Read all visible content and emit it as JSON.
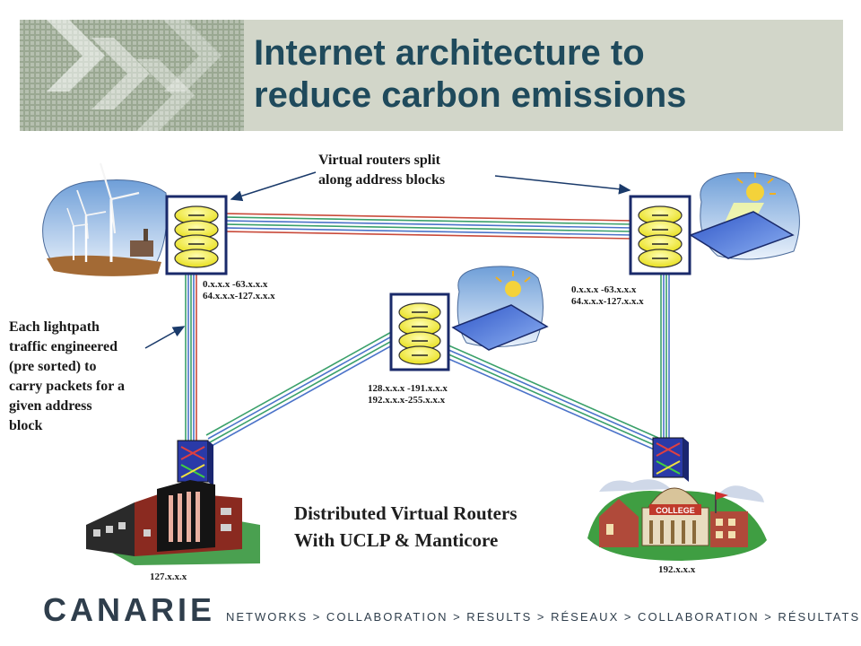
{
  "title": "Internet architecture to\nreduce carbon emissions",
  "callouts": {
    "virtual_routers": "Virtual routers split\nalong address blocks",
    "lightpath": "Each lightpath\ntraffic engineered\n(pre sorted) to\ncarry packets for a\ngiven address\nblock"
  },
  "routers": [
    {
      "name": "router-wind",
      "blocks": "0.x.x.x -63.x.x.x\n64.x.x.x-127.x.x.x"
    },
    {
      "name": "router-solar-right",
      "blocks": "0.x.x.x -63.x.x.x\n64.x.x.x-127.x.x.x"
    },
    {
      "name": "router-solar-center",
      "blocks": "128.x.x.x -191.x.x.x\n192.x.x.x-255.x.x.x"
    }
  ],
  "sites": {
    "left_campus": "127.x.x.x",
    "right_campus": "192.x.x.x",
    "college_sign": "COLLEGE"
  },
  "caption": "Distributed Virtual Routers\nWith UCLP & Manticore",
  "footer": {
    "logo": "CANARIE",
    "tagline": "NETWORKS > COLLABORATION > RESULTS > RÉSEAUX > COLLABORATION > RÉSULTATS"
  },
  "colors": {
    "title": "#1f4a5c",
    "header_band": "#9aa892",
    "title_box": "#d2d6c9",
    "router_disk": "#f2ee3a",
    "lightpath_green": "#3aa06a",
    "lightpath_blue": "#4b73c9",
    "lightpath_red": "#c94a3a"
  }
}
